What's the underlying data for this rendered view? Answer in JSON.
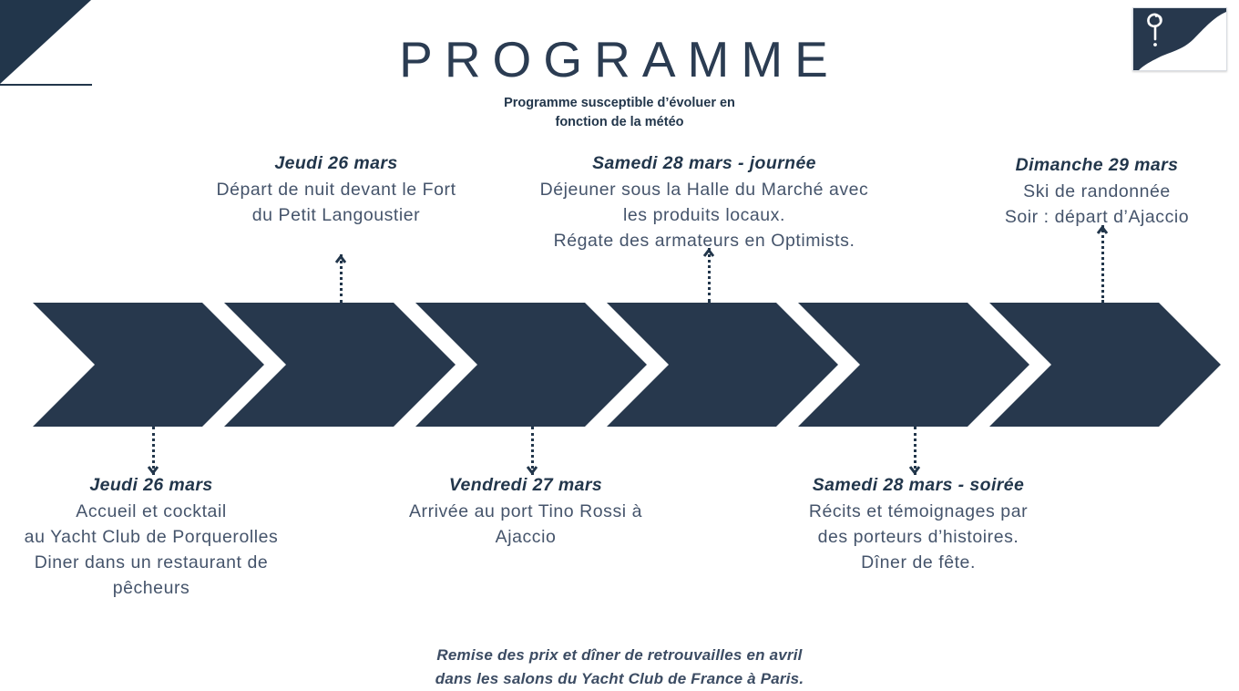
{
  "header": {
    "title": "PROGRAMME",
    "subtitle_line1": "Programme susceptible d’évoluer en",
    "subtitle_line2": "fonction de la météo"
  },
  "logo": {
    "name": "yacht-club-spiral-logo",
    "background": "#27384d",
    "glyph": "spiral-question-mark"
  },
  "colors": {
    "navy": "#27384d",
    "navy_dark": "#22364b",
    "body_text": "#45546b",
    "heading_text": "#22364b",
    "background": "#ffffff"
  },
  "timeline": {
    "segments_count": 6,
    "above": [
      {
        "heading": "Jeudi 26 mars",
        "lines": [
          "Départ de nuit devant le Fort",
          "du Petit Langoustier"
        ]
      },
      {
        "heading": "Samedi 28 mars - journée",
        "lines": [
          "Déjeuner sous la Halle du Marché avec",
          "les produits locaux.",
          "Régate des armateurs en Optimists."
        ]
      },
      {
        "heading": "Dimanche 29 mars",
        "lines": [
          "Ski de randonnée",
          "Soir : départ d’Ajaccio"
        ]
      }
    ],
    "below": [
      {
        "heading": "Jeudi 26 mars",
        "lines": [
          "Accueil et cocktail",
          "au Yacht Club de Porquerolles",
          "Diner dans un restaurant de",
          "pêcheurs"
        ]
      },
      {
        "heading": "Vendredi 27 mars",
        "lines": [
          "Arrivée au port Tino Rossi à",
          "Ajaccio"
        ]
      },
      {
        "heading": "Samedi 28 mars - soirée",
        "lines": [
          "Récits et témoignages par",
          "des porteurs d’histoires.",
          "Dîner de fête."
        ]
      }
    ]
  },
  "footer": {
    "line1": "Remise des prix et dîner de retrouvailles en avril",
    "line2": "dans les salons du Yacht Club de France à Paris."
  }
}
